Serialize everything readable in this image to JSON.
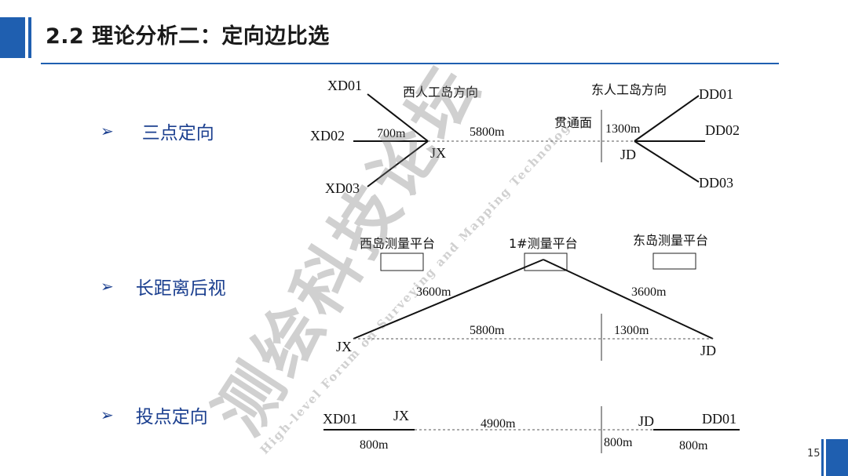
{
  "slide": {
    "title": "2.2 理论分析二：定向边比选",
    "page_number": "15"
  },
  "bullets": [
    {
      "marker": "➢",
      "text": "三点定向"
    },
    {
      "marker": "➢",
      "text": "长距离后视"
    },
    {
      "marker": "➢",
      "text": "投点定向"
    }
  ],
  "diagram1": {
    "west_label": "西人工岛方向",
    "east_label": "东人工岛方向",
    "breakthrough_label": "贯通面",
    "west_points": [
      "XD01",
      "XD02",
      "XD03"
    ],
    "east_points": [
      "DD01",
      "DD02",
      "DD03"
    ],
    "jx": "JX",
    "jd": "JD",
    "dist_west": "700m",
    "dist_main": "5800m",
    "dist_east": "1300m"
  },
  "diagram2": {
    "west_platform": "西岛测量平台",
    "center_platform": "1#测量平台",
    "east_platform": "东岛测量平台",
    "dist_left_slope": "3600m",
    "dist_right_slope": "3600m",
    "dist_main": "5800m",
    "dist_east": "1300m",
    "jx": "JX",
    "jd": "JD"
  },
  "diagram3": {
    "xd01": "XD01",
    "jx": "JX",
    "dist_main": "4900m",
    "jd": "JD",
    "dd01": "DD01",
    "dist_west": "800m",
    "dist_mid": "800m",
    "dist_east": "800m"
  },
  "watermark": {
    "main": "测绘科技论坛",
    "sub": "High-level Forum on Surveying and Mapping Technology"
  },
  "colors": {
    "accent": "#1f5fb0",
    "bullet_text": "#1b3f8f"
  }
}
